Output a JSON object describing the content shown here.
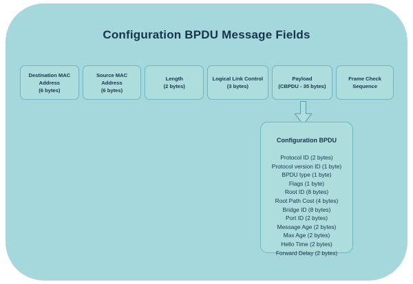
{
  "colors": {
    "panel_background": "#a4d8dc",
    "box_fill": "#aeddde",
    "box_border": "#6fb5bd",
    "text": "#17334d",
    "page_background": "#ffffff"
  },
  "diagram": {
    "title": "Configuration BPDU Message Fields",
    "frame_fields": [
      {
        "name": "destination-mac-address",
        "line1": "Destination MAC",
        "line2": "Address",
        "line3": "(6 bytes)"
      },
      {
        "name": "source-mac-address",
        "line1": "Source MAC",
        "line2": "Address",
        "line3": "(6 bytes)"
      },
      {
        "name": "length",
        "line1": "Length",
        "line2": "(2 bytes)",
        "line3": ""
      },
      {
        "name": "logical-link-control",
        "line1": "Logical Link Control",
        "line2": "(3 bytes)",
        "line3": ""
      },
      {
        "name": "payload",
        "line1": "Payload",
        "line2": "(CBPDU - 35 bytes)",
        "line3": ""
      },
      {
        "name": "frame-check-sequence",
        "line1": "Frame Check",
        "line2": "Sequence",
        "line3": ""
      }
    ],
    "expansion_arrow": "down-arrow-icon",
    "bpdu": {
      "heading": "Configuration BPDU",
      "fields": [
        "Protocol ID (2 bytes)",
        "Protocol version ID (1 byte)",
        "BPDU type (1 byte)",
        "Flags (1 byte)",
        "Root ID (8 bytes)",
        "Root Path Cost (4 bytes)",
        "Bridge ID (8 bytes)",
        "Port ID (2 bytes)",
        "Message Age (2 bytes)",
        "Max Age (2 bytes)",
        "Hello Time (2 bytes)",
        "Forward Delay (2 bytes)"
      ]
    }
  }
}
